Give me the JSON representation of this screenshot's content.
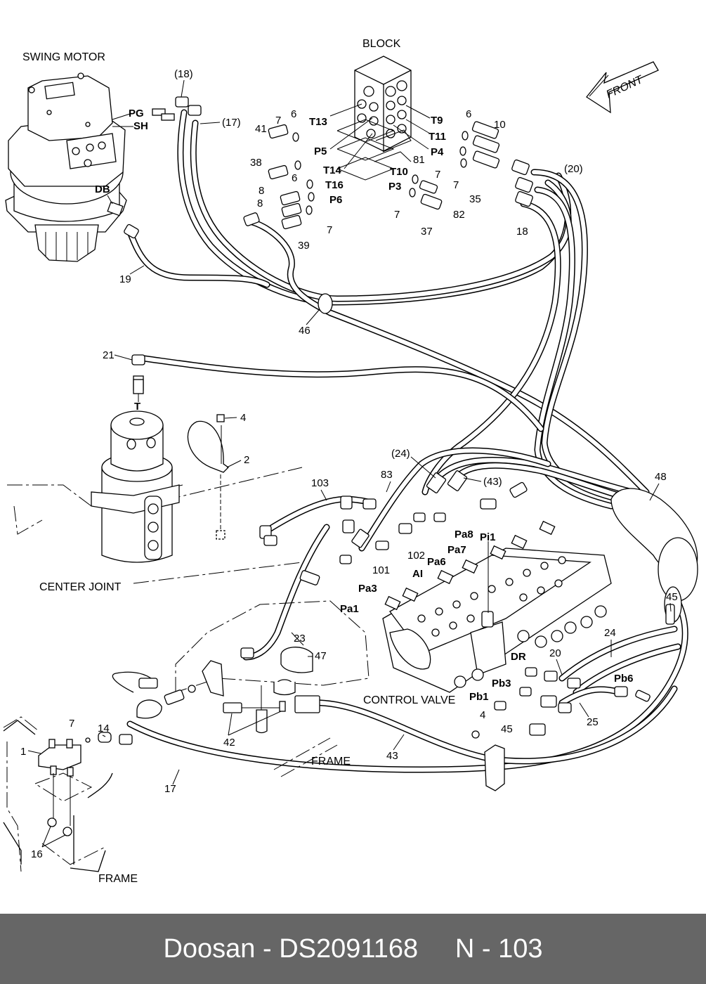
{
  "diagram": {
    "titles": {
      "swing_motor": "SWING MOTOR",
      "block": "BLOCK",
      "center_joint": "CENTER JOINT",
      "control_valve": "CONTROL VALVE",
      "frame_right": "FRAME",
      "frame_left": "FRAME",
      "front_arrow": "FRONT"
    },
    "port_labels": {
      "PG": "PG",
      "SH": "SH",
      "DB": "DB",
      "T": "T",
      "T13": "T13",
      "P5": "P5",
      "T14": "T14",
      "T16": "T16",
      "P6": "P6",
      "T9": "T9",
      "T11": "T11",
      "P4": "P4",
      "T10": "T10",
      "P3": "P3",
      "Pa8": "Pa8",
      "Pi1": "Pi1",
      "Pa7": "Pa7",
      "Pa6": "Pa6",
      "AI": "AI",
      "Pa3": "Pa3",
      "Pa1": "Pa1",
      "DR": "DR",
      "Pb3": "Pb3",
      "Pb1": "Pb1",
      "Pb6": "Pb6"
    },
    "part_numbers": {
      "p18_ref": "(18)",
      "p17_ref": "(17)",
      "p19": "19",
      "p41": "41",
      "p7a": "7",
      "p6a": "6",
      "p38": "38",
      "p6b": "6",
      "p8a": "8",
      "p8b": "8",
      "p39": "39",
      "p7b": "7",
      "p6c": "6",
      "p10": "10",
      "p20_ref": "(20)",
      "p7c": "7",
      "p7d": "7",
      "p35": "35",
      "p18": "18",
      "p81": "81",
      "p7e": "7",
      "p82": "82",
      "p37": "37",
      "p46": "46",
      "p21": "21",
      "p4a": "4",
      "p2": "2",
      "p24_ref": "(24)",
      "p83": "83",
      "p43_ref": "(43)",
      "p103": "103",
      "p48": "48",
      "p101": "101",
      "p102": "102",
      "p45a": "45",
      "p23": "23",
      "p47": "47",
      "p24": "24",
      "p20": "20",
      "p25": "25",
      "p14": "14",
      "p7f": "7",
      "p1": "1",
      "p42": "42",
      "p43": "43",
      "p4b": "4",
      "p45b": "45",
      "p17": "17",
      "p16": "16"
    }
  },
  "footer": {
    "brand": "Doosan",
    "separator": " - ",
    "part_code": "DS2091168",
    "page_ref": "N - 103"
  }
}
